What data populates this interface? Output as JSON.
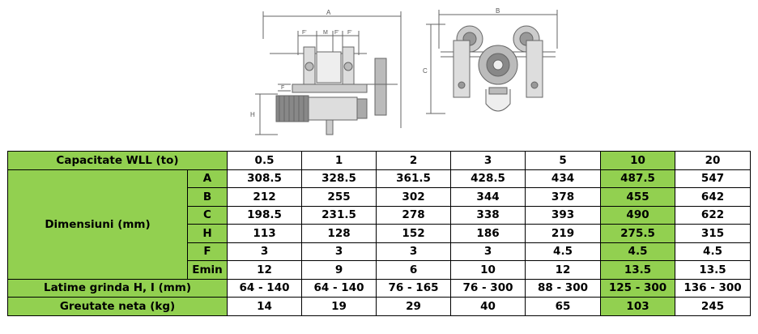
{
  "drawing_labels": {
    "side": {
      "a": "A",
      "m": "M",
      "f1": "F'",
      "f2": "F'",
      "f3": "F'",
      "f4": "F",
      "h": "H"
    },
    "front": {
      "b": "B",
      "c": "C"
    }
  },
  "colors": {
    "header_green": "#92d050",
    "highlight_green": "#92d050"
  },
  "table": {
    "capacity_label": "Capacitate WLL (to)",
    "capacities": [
      "0.5",
      "1",
      "2",
      "3",
      "5",
      "10",
      "20"
    ],
    "dimensions_label": "Dimensiuni (mm)",
    "dimension_rows": [
      {
        "key": "A",
        "values": [
          "308.5",
          "328.5",
          "361.5",
          "428.5",
          "434",
          "487.5",
          "547"
        ]
      },
      {
        "key": "B",
        "values": [
          "212",
          "255",
          "302",
          "344",
          "378",
          "455",
          "642"
        ]
      },
      {
        "key": "C",
        "values": [
          "198.5",
          "231.5",
          "278",
          "338",
          "393",
          "490",
          "622"
        ]
      },
      {
        "key": "H",
        "values": [
          "113",
          "128",
          "152",
          "186",
          "219",
          "275.5",
          "315"
        ]
      },
      {
        "key": "F",
        "values": [
          "3",
          "3",
          "3",
          "3",
          "4.5",
          "4.5",
          "4.5"
        ]
      },
      {
        "key": "Emin",
        "values": [
          "12",
          "9",
          "6",
          "10",
          "12",
          "13.5",
          "13.5"
        ]
      }
    ],
    "beam_width_label": "Latime grinda H, I (mm)",
    "beam_widths": [
      "64 - 140",
      "64 - 140",
      "76 - 165",
      "76 - 300",
      "88 - 300",
      "125 - 300",
      "136 - 300"
    ],
    "weight_label": "Greutate neta (kg)",
    "weights": [
      "14",
      "19",
      "29",
      "40",
      "65",
      "103",
      "245"
    ]
  }
}
